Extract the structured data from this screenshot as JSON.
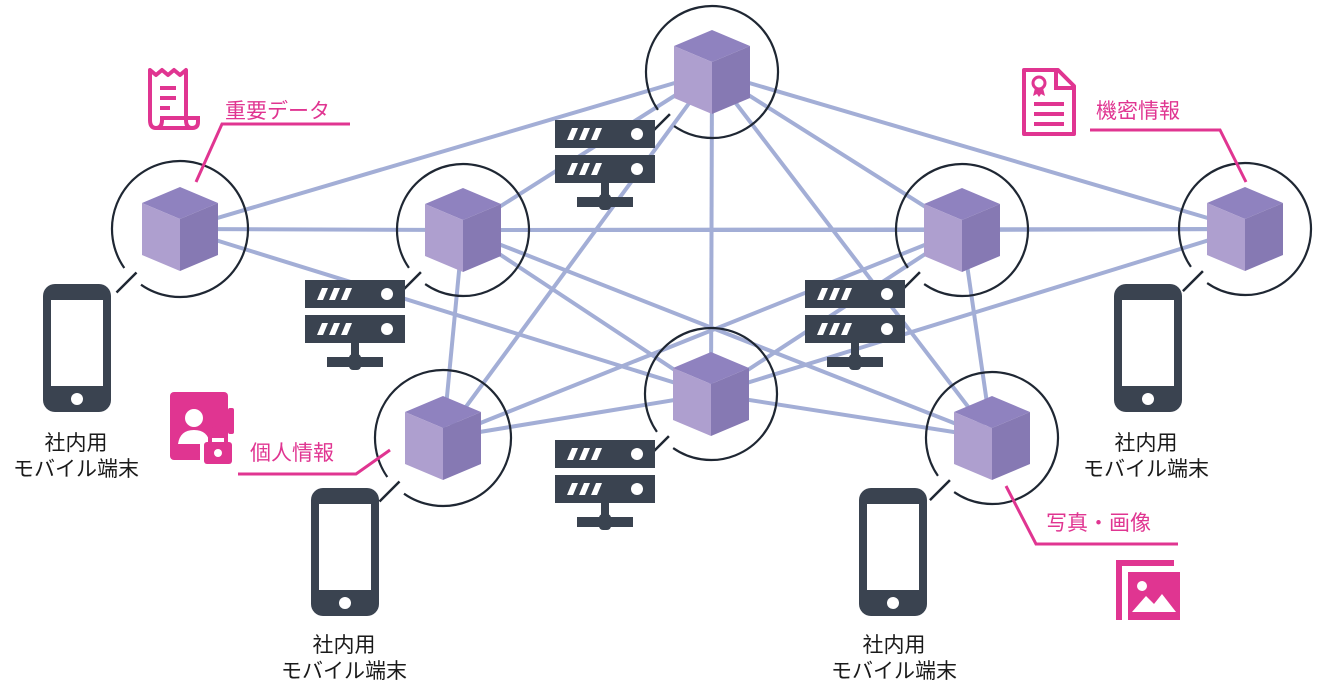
{
  "diagram": {
    "type": "network",
    "colors": {
      "accent": "#e03591",
      "link": "#a3aed6",
      "icon_dark": "#3a4350",
      "cube_top": "#8f82bf",
      "cube_left": "#ae9fcf",
      "cube_right": "#8679b3",
      "ring": "#1f2733"
    },
    "nodes": [
      {
        "id": "n-top"
      },
      {
        "id": "n-far-left"
      },
      {
        "id": "n-mid-left"
      },
      {
        "id": "n-mid-right"
      },
      {
        "id": "n-far-right"
      },
      {
        "id": "n-bottom-left"
      },
      {
        "id": "n-center"
      },
      {
        "id": "n-bottom-right"
      }
    ],
    "links": [
      [
        "n-top",
        "n-far-left"
      ],
      [
        "n-top",
        "n-mid-left"
      ],
      [
        "n-top",
        "n-center"
      ],
      [
        "n-top",
        "n-mid-right"
      ],
      [
        "n-top",
        "n-far-right"
      ],
      [
        "n-top",
        "n-bottom-left"
      ],
      [
        "n-top",
        "n-bottom-right"
      ],
      [
        "n-far-left",
        "n-mid-left"
      ],
      [
        "n-far-left",
        "n-center"
      ],
      [
        "n-mid-left",
        "n-mid-right"
      ],
      [
        "n-mid-left",
        "n-center"
      ],
      [
        "n-mid-left",
        "n-bottom-left"
      ],
      [
        "n-mid-left",
        "n-bottom-right"
      ],
      [
        "n-mid-right",
        "n-far-right"
      ],
      [
        "n-mid-right",
        "n-center"
      ],
      [
        "n-mid-right",
        "n-bottom-left"
      ],
      [
        "n-mid-right",
        "n-bottom-right"
      ],
      [
        "n-far-right",
        "n-center"
      ],
      [
        "n-far-right",
        "n-mid-left"
      ],
      [
        "n-bottom-left",
        "n-center"
      ],
      [
        "n-center",
        "n-bottom-right"
      ]
    ],
    "servers": [
      {
        "id": "s1"
      },
      {
        "id": "s2"
      },
      {
        "id": "s3"
      },
      {
        "id": "s4"
      }
    ],
    "data_labels": {
      "important_data": "重要データ",
      "confidential_info": "機密情報",
      "personal_info": "個人情報",
      "photos_images": "写真・画像"
    },
    "devices": [
      {
        "line1": "社内用",
        "line2": "モバイル端末"
      },
      {
        "line1": "社内用",
        "line2": "モバイル端末"
      },
      {
        "line1": "社内用",
        "line2": "モバイル端末"
      },
      {
        "line1": "社内用",
        "line2": "モバイル端末"
      }
    ]
  }
}
